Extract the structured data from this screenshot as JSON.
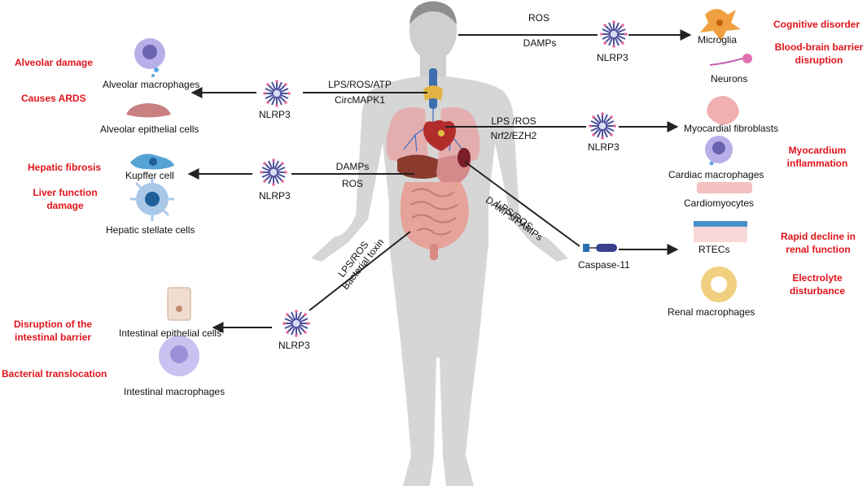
{
  "brain": {
    "signal1": "ROS",
    "signal2": "DAMPs",
    "sensor": "NLRP3",
    "cell1": "Microglia",
    "cell2": "Neurons",
    "effect1": "Cognitive disorder",
    "effect2": "Blood-brain barrier disruption"
  },
  "lung": {
    "signal1": "LPS/ROS/ATP",
    "signal2": "CircMAPK1",
    "sensor": "NLRP3",
    "cell1": "Alveolar macrophages",
    "cell2": "Alveolar epithelial cells",
    "effect1": "Alveolar damage",
    "effect2": "Causes ARDS"
  },
  "heart": {
    "signal1": "LPS /ROS",
    "signal2": "Nrf2/EZH2",
    "sensor": "NLRP3",
    "cell1": "Myocardial fibroblasts",
    "cell2": "Cardiac macrophages",
    "cell3": "Cardiomyocytes",
    "effect1": "Myocardium inflammation"
  },
  "liver": {
    "signal1": "DAMPs",
    "signal2": "ROS",
    "sensor": "NLRP3",
    "cell1": "Kupffer cell",
    "cell2": "Hepatic stellate cells",
    "effect1": "Hepatic fibrosis",
    "effect2": "Liver function damage"
  },
  "kidney": {
    "signal1": "LPS/ROS",
    "signal2": "DAMPs/PAMPs",
    "sensor": "Caspase-11",
    "cell1": "RTECs",
    "cell2": "Renal macrophages",
    "effect1": "Rapid decline in renal function",
    "effect2": "Electrolyte disturbance"
  },
  "intestine": {
    "signal1": "LPS/ROS",
    "signal2": "Bacterial toxin",
    "sensor": "NLRP3",
    "cell1": "Intestinal epithelial cells",
    "cell2": "Intestinal macrophages",
    "effect1": "Disruption of the intestinal barrier",
    "effect2": "Bacterial translocation"
  },
  "colors": {
    "effect": "#e0141b",
    "arrow": "#222222",
    "body": "#d6d6d6",
    "sensor": "#4a4f9c"
  }
}
